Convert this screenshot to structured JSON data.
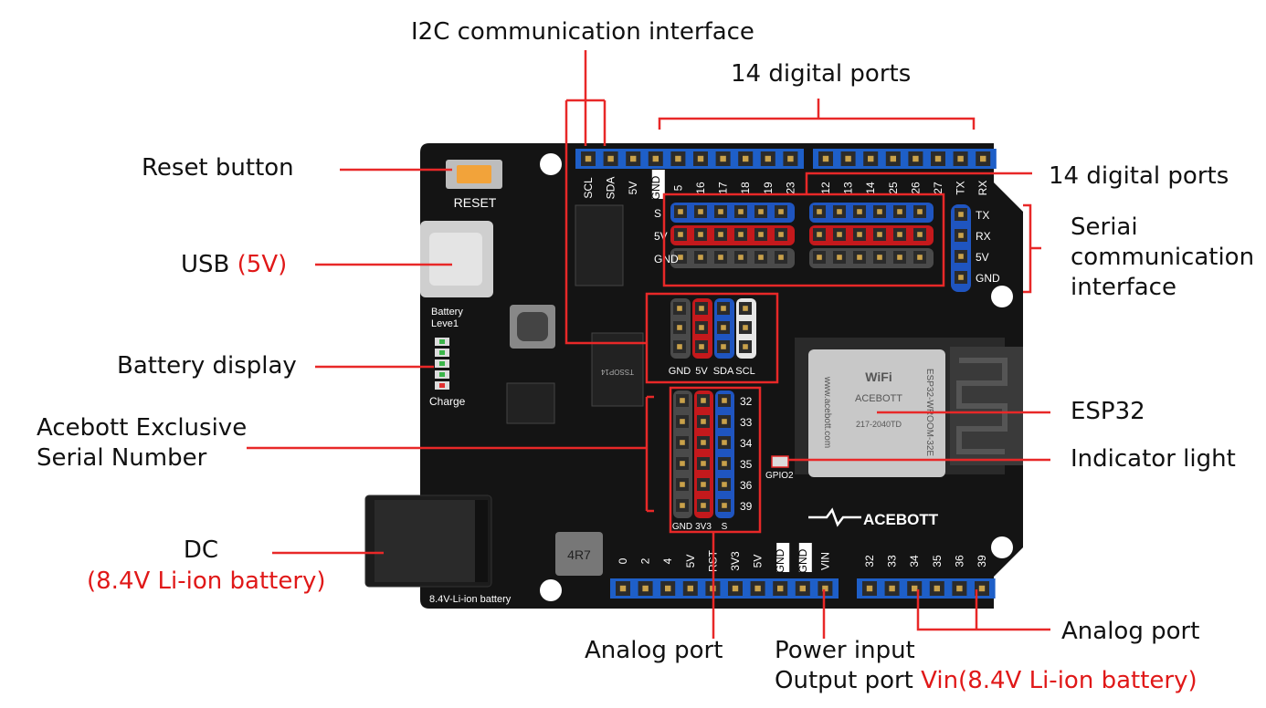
{
  "callouts": {
    "i2c": "I2C communication interface",
    "digital_top": "14 digital ports",
    "digital_right": "14 digital ports",
    "reset": "Reset button",
    "usb": "USB",
    "usb_voltage": "(5V)",
    "battery_display": "Battery display",
    "serial_number_line1": "Acebott Exclusive",
    "serial_number_line2": "Serial Number",
    "dc": "DC",
    "dc_note": "(8.4V Li-ion battery)",
    "serial_comm_line1": "Seriai",
    "serial_comm_line2": "communication",
    "serial_comm_line3": "interface",
    "esp32": "ESP32",
    "indicator": "Indicator light",
    "analog_right": "Analog port",
    "analog_bottom": "Analog port",
    "power_input": "Power input",
    "output_port": "Output port",
    "output_vin": "Vin(8.4V Li-ion battery)"
  },
  "board": {
    "reset_label": "RESET",
    "battery_level_line1": "Battery",
    "battery_level_line2": "Leve1",
    "charge_label": "Charge",
    "bottom_silk": "8.4V-Li-ion battery",
    "brand": "ACEBOTT",
    "gpio2": "GPIO2",
    "inductor": "4R7",
    "chip_label": "TSSOP14",
    "module_text1": "ESP32-WROOM-32E",
    "module_text2": "www.acebott.com",
    "module_text3": "217-2040TD",
    "module_brand": "ACEBOTT",
    "wifi": "WiFi"
  },
  "header_top_left": [
    "SCL",
    "SDA",
    "5V",
    "GND",
    "5",
    "16",
    "17",
    "18",
    "19",
    "23"
  ],
  "header_top_right": [
    "12",
    "13",
    "14",
    "25",
    "26",
    "27",
    "TX",
    "RX"
  ],
  "header_bottom_left": [
    "0",
    "2",
    "4",
    "5V",
    "RST",
    "3V3",
    "5V",
    "GND",
    "GND",
    "VIN"
  ],
  "header_bottom_right": [
    "32",
    "33",
    "34",
    "35",
    "36",
    "39"
  ],
  "serial_labels": [
    "TX",
    "RX",
    "5V",
    "GND"
  ],
  "i2c_block_labels": [
    "GND",
    "5V",
    "SDA",
    "SCL"
  ],
  "mid_row_labels": [
    "S",
    "5V",
    "GND"
  ],
  "analog_block_numbers": [
    "32",
    "33",
    "34",
    "35",
    "36",
    "39"
  ],
  "analog_block_labels": [
    "GND",
    "3V3",
    "S"
  ],
  "colors": {
    "board": "#141414",
    "header_blue": "#1e5fc8",
    "signal_blue": "#1f55c0",
    "power_red": "#c4191c",
    "ground_gray": "#4a4a4a",
    "scl_white": "#e6e6e6",
    "callout_red": "#e82828",
    "silk": "#ffffff"
  }
}
